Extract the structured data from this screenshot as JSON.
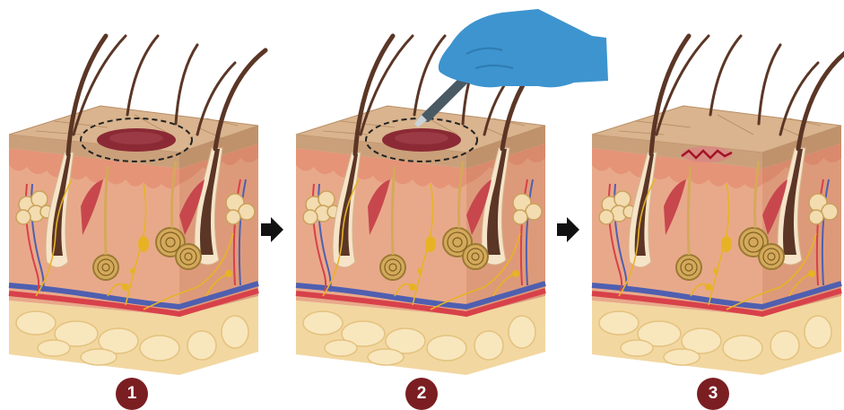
{
  "steps": [
    {
      "number": "1",
      "stage": "lesion-marked",
      "instrument": "",
      "closure": ""
    },
    {
      "number": "2",
      "stage": "lesion-excision",
      "instrument": "scalpel-in-gloved-hand",
      "closure": ""
    },
    {
      "number": "3",
      "stage": "wound-closed",
      "instrument": "",
      "closure": "zigzag-suture"
    }
  ],
  "arrows": [
    {
      "icon": "right-arrow-icon"
    },
    {
      "icon": "right-arrow-icon"
    }
  ],
  "colors": {
    "badge": "#7a1e22",
    "lesion": "#8b2a35",
    "glove": "#3d94cf",
    "epidermis": "#d9b48e",
    "dermis": "#e8a98a",
    "fat": "#f2d7a0",
    "hair": "#5b3626",
    "artery": "#d8414a",
    "vein": "#4f5fb0",
    "nerve": "#e7b325"
  }
}
